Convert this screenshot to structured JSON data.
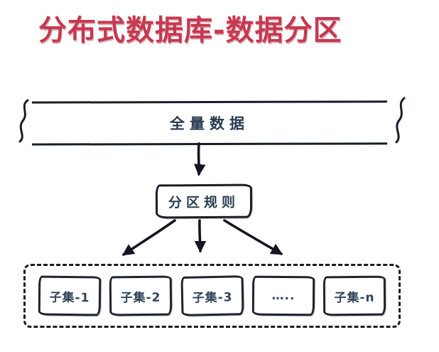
{
  "title": "分布式数据库-数据分区",
  "colors": {
    "title_red": "#c73850",
    "ink": "#191d28",
    "text_slate": "#2b3c50"
  },
  "diagram": {
    "full_data_label": "全量数据",
    "rule_label": "分区规则",
    "subsets": [
      {
        "label": "子集-1"
      },
      {
        "label": "子集-2"
      },
      {
        "label": "子集-3"
      },
      {
        "label": "….."
      },
      {
        "label": "子集-n"
      }
    ]
  }
}
